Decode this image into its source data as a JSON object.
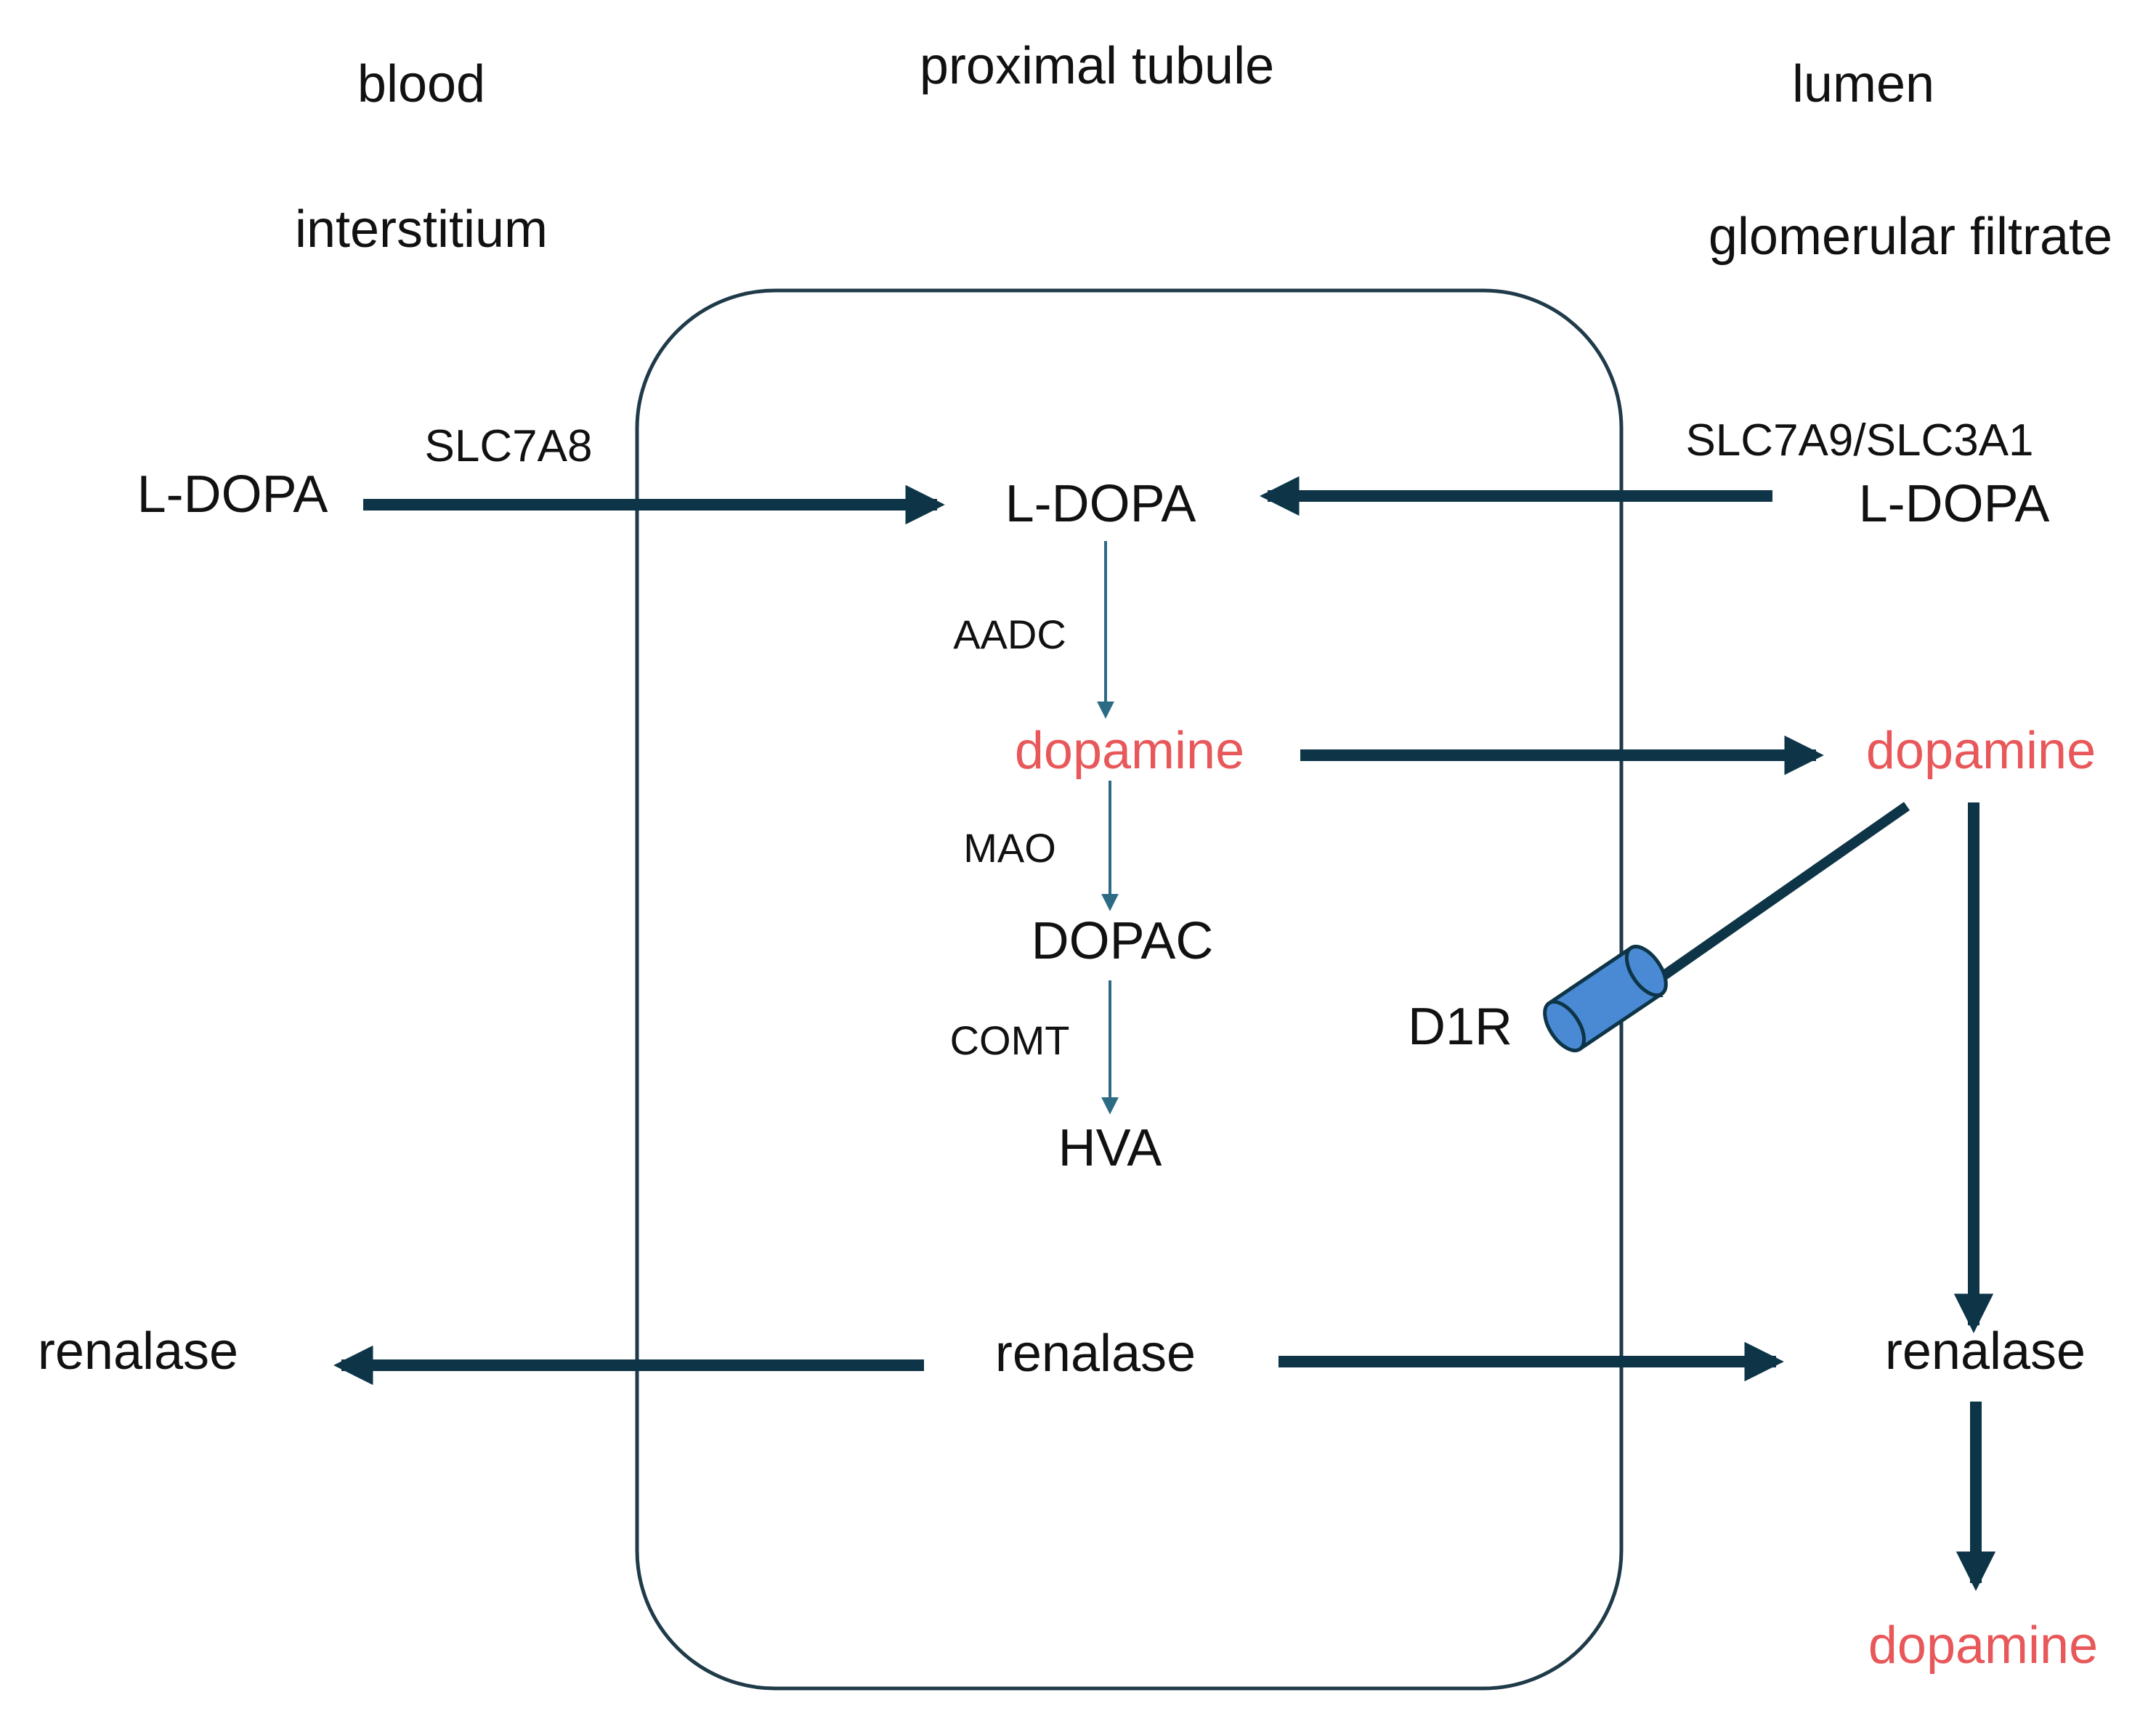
{
  "labels": {
    "blood": "blood",
    "interstitium": "interstitium",
    "proximal_tubule": "proximal tubule",
    "lumen": "lumen",
    "glomerular_filtrate": "glomerular filtrate"
  },
  "left": {
    "ldopa": "L-DOPA",
    "transporter": "SLC7A8",
    "renalase": "renalase"
  },
  "cell": {
    "ldopa": "L-DOPA",
    "aadc": "AADC",
    "dopamine": "dopamine",
    "mao": "MAO",
    "dopac": "DOPAC",
    "comt": "COMT",
    "hva": "HVA",
    "receptor": "D1R",
    "renalase": "renalase"
  },
  "right": {
    "transporter": "SLC7A9/SLC3A1",
    "ldopa": "L-DOPA",
    "dopamine": "dopamine",
    "renalase": "renalase",
    "dopamine_bottom": "dopamine"
  },
  "colors": {
    "arrow_thick": "#0e3547",
    "arrow_thin": "#2d6b85",
    "dopamine_text": "#e8585a",
    "receptor_fill": "#4a8ad4",
    "cell_border": "#1f3a48"
  }
}
